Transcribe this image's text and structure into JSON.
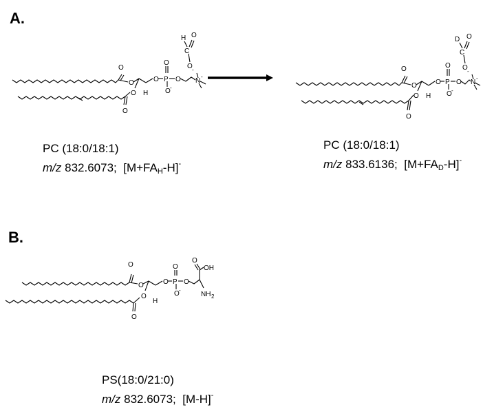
{
  "panels": {
    "a": {
      "letter": "A.",
      "left_caption": {
        "name": "PC (18:0/18:1)",
        "mz_prefix": "m/z",
        "mz": "832.6073;",
        "ion_pre": "[M+FA",
        "ion_sub": "H",
        "ion_post": "-H]",
        "ion_charge": "-"
      },
      "right_caption": {
        "name": "PC (18:0/18:1)",
        "mz_prefix": "m/z",
        "mz": "833.6136;",
        "ion_pre": "[M+FA",
        "ion_sub": "D",
        "ion_post": "-H]",
        "ion_charge": "-"
      },
      "atoms": {
        "O": "O",
        "H": "H",
        "D": "D",
        "P": "P",
        "N": "N",
        "charge": "-"
      }
    },
    "b": {
      "letter": "B.",
      "caption": {
        "name": "PS(18:0/21:0)",
        "mz_prefix": "m/z",
        "mz": "832.6073;",
        "ion": "[M-H]",
        "ion_charge": "-"
      },
      "atoms": {
        "O": "O",
        "H": "H",
        "P": "P",
        "OH": "OH",
        "NH": "NH",
        "two": "2",
        "charge": "-"
      }
    }
  }
}
